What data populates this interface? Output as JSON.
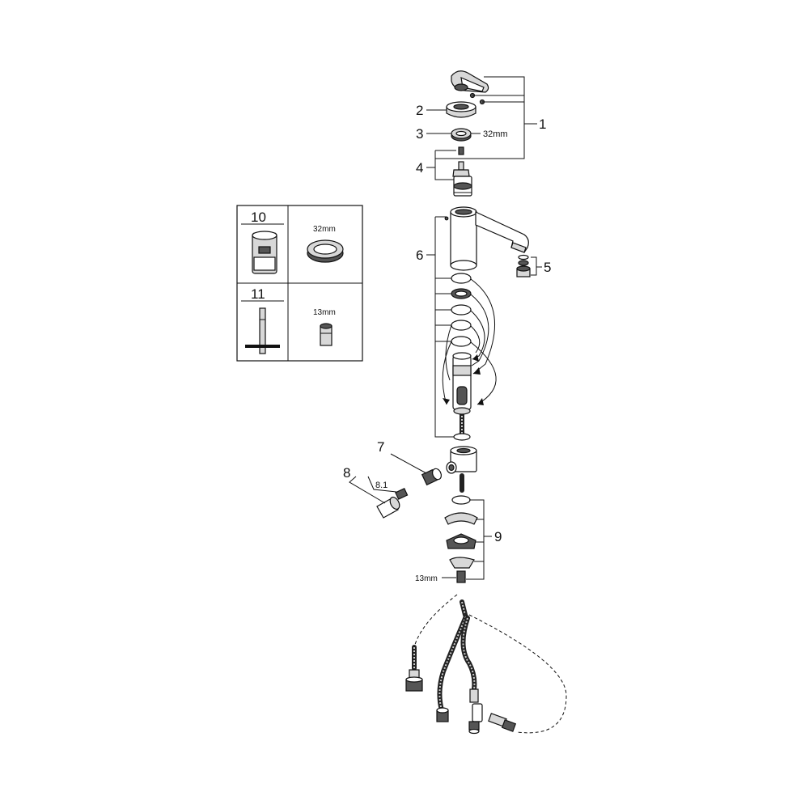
{
  "callouts": {
    "c1": "1",
    "c2": "2",
    "c3": "3",
    "c4": "4",
    "c5": "5",
    "c6": "6",
    "c7": "7",
    "c8": "8",
    "c8_1": "8.1",
    "c9": "9",
    "c10": "10",
    "c11": "11"
  },
  "dimensions": {
    "ring_32": "32mm",
    "box_32": "32mm",
    "box_13": "13mm",
    "nut_13": "13mm"
  },
  "colors": {
    "line": "#111111",
    "fill_light": "#d8d8d8",
    "fill_dark": "#555555"
  }
}
